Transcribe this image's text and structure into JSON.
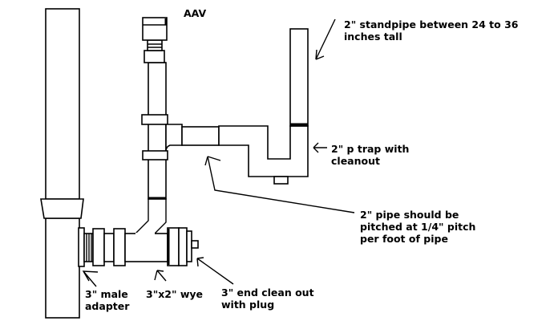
{
  "diagram": {
    "type": "plumbing-schematic",
    "colors": {
      "stroke": "#000000",
      "background": "#ffffff"
    },
    "labels": {
      "aav": "AAV",
      "standpipe": [
        "2\" standpipe between 24 to 36",
        "inches tall"
      ],
      "ptrap": [
        "2\" p trap with",
        "cleanout"
      ],
      "pitch": [
        "2\" pipe should be",
        "pitched at 1/4\" pitch",
        "per foot of pipe"
      ],
      "male_adapter": [
        "3\" male",
        "adapter"
      ],
      "wye": [
        "3\"x2\" wye"
      ],
      "cleanout": [
        "3\" end clean out",
        "with plug"
      ]
    },
    "components": [
      "main-stack",
      "stack-hub",
      "aav",
      "vent-pipe",
      "sanitary-tee",
      "trap-arm",
      "p-trap",
      "standpipe",
      "wye",
      "male-adapter",
      "end-cleanout-plug"
    ]
  }
}
